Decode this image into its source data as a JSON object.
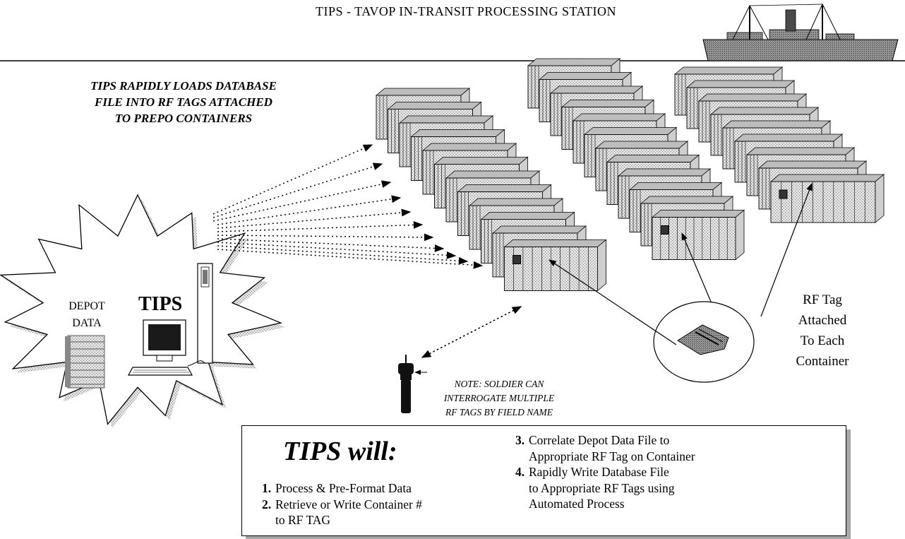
{
  "header": {
    "title": "TIPS - TAVOP IN-TRANSIT PROCESSING STATION"
  },
  "caption": {
    "lines": [
      "TIPS RAPIDLY LOADS DATABASE",
      "FILE INTO RF TAGS ATTACHED",
      "TO PREPO CONTAINERS"
    ]
  },
  "workstation": {
    "depot_lines": [
      "DEPOT",
      "DATA"
    ],
    "tips_label": "TIPS"
  },
  "note": {
    "lines": [
      "NOTE: SOLDIER CAN",
      "INTERROGATE MULTIPLE",
      "RF TAGS BY FIELD NAME"
    ]
  },
  "rf_tag": {
    "lines": [
      "RF Tag",
      "Attached",
      "To Each",
      "Container"
    ]
  },
  "panel": {
    "title": "TIPS will:",
    "left_items": [
      {
        "num": "1.",
        "text": "Process & Pre-Format Data"
      },
      {
        "num": "2.",
        "text": "Retrieve or Write Container #",
        "text2": "to RF TAG"
      }
    ],
    "right_items": [
      {
        "num": "3.",
        "text": "Correlate Depot Data File to",
        "text2": "Appropriate RF Tag on Container"
      },
      {
        "num": "4.",
        "text": "Rapidly Write Database File",
        "text2": "to Appropriate RF Tags using",
        "text3": "Automated Process"
      }
    ]
  },
  "colors": {
    "ink": "#000000",
    "container_face": "#d6d6d6",
    "container_top": "#bdbdbd",
    "ship_hull": "#8a8a8a",
    "shadow": "#a8a8a8"
  }
}
